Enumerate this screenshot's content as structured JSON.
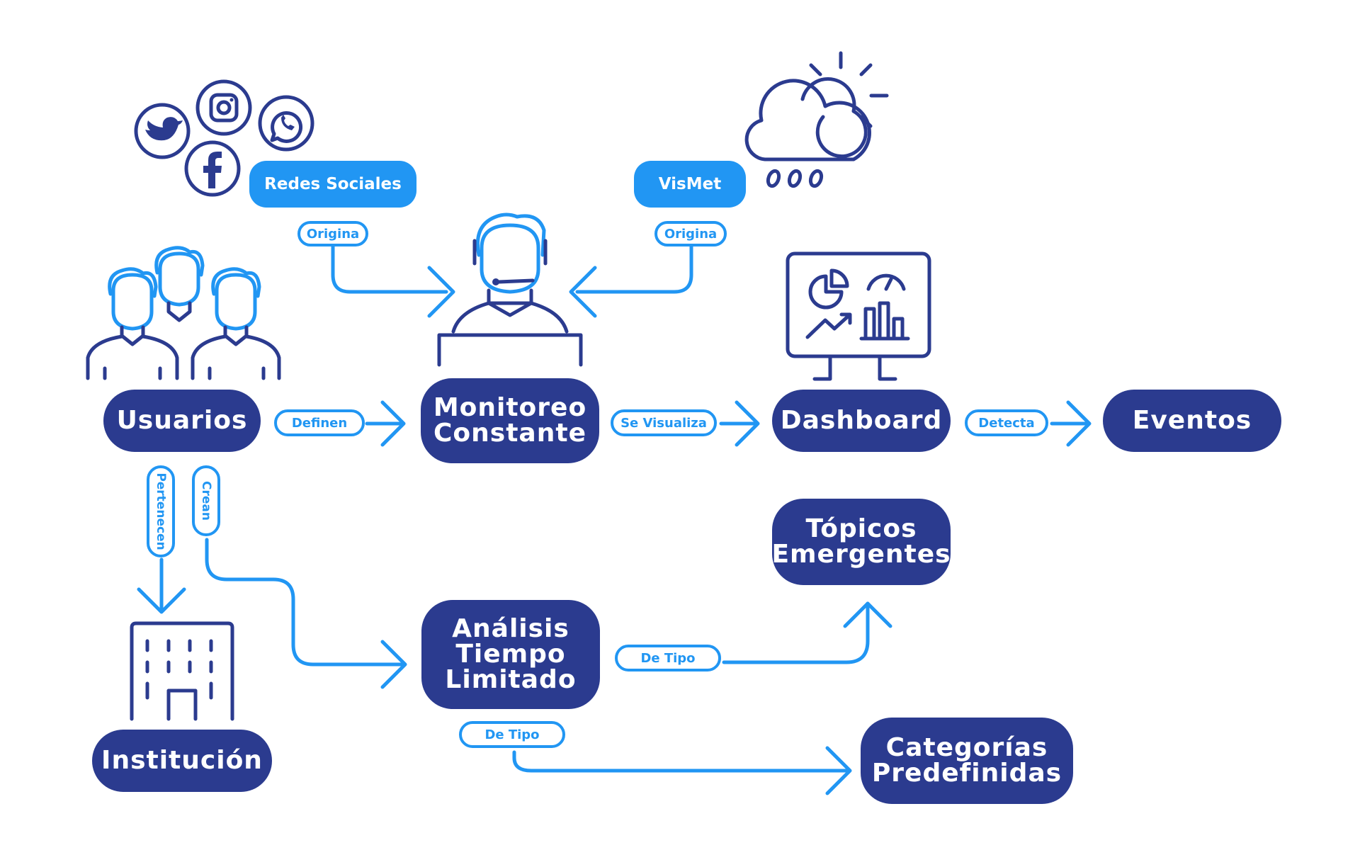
{
  "nodes": {
    "usuarios": "Usuarios",
    "monitoreo": "Monitoreo\nConstante",
    "dashboard": "Dashboard",
    "eventos": "Eventos",
    "institucion": "Institución",
    "analisis": "Análisis\nTiempo\nLimitado",
    "topicos": "Tópicos\nEmergentes",
    "categorias": "Categorías\nPredefinidas"
  },
  "sources": {
    "redes": "Redes Sociales",
    "vismet": "VisMet"
  },
  "edges": {
    "origina_redes": "Origina",
    "origina_vismet": "Origina",
    "definen": "Definen",
    "se_visualiza": "Se Visualiza",
    "detecta": "Detecta",
    "pertenecen": "Pertenecen",
    "crean": "Crean",
    "de_tipo_topicos": "De Tipo",
    "de_tipo_categorias": "De Tipo"
  },
  "icons": [
    "twitter-icon",
    "instagram-icon",
    "whatsapp-icon",
    "facebook-icon",
    "weather-icon",
    "operator-headset-icon",
    "users-group-icon",
    "dashboard-monitor-icon",
    "building-icon"
  ],
  "colors": {
    "primary": "#2b3b8f",
    "accent": "#2196f3",
    "background": "#ffffff"
  }
}
